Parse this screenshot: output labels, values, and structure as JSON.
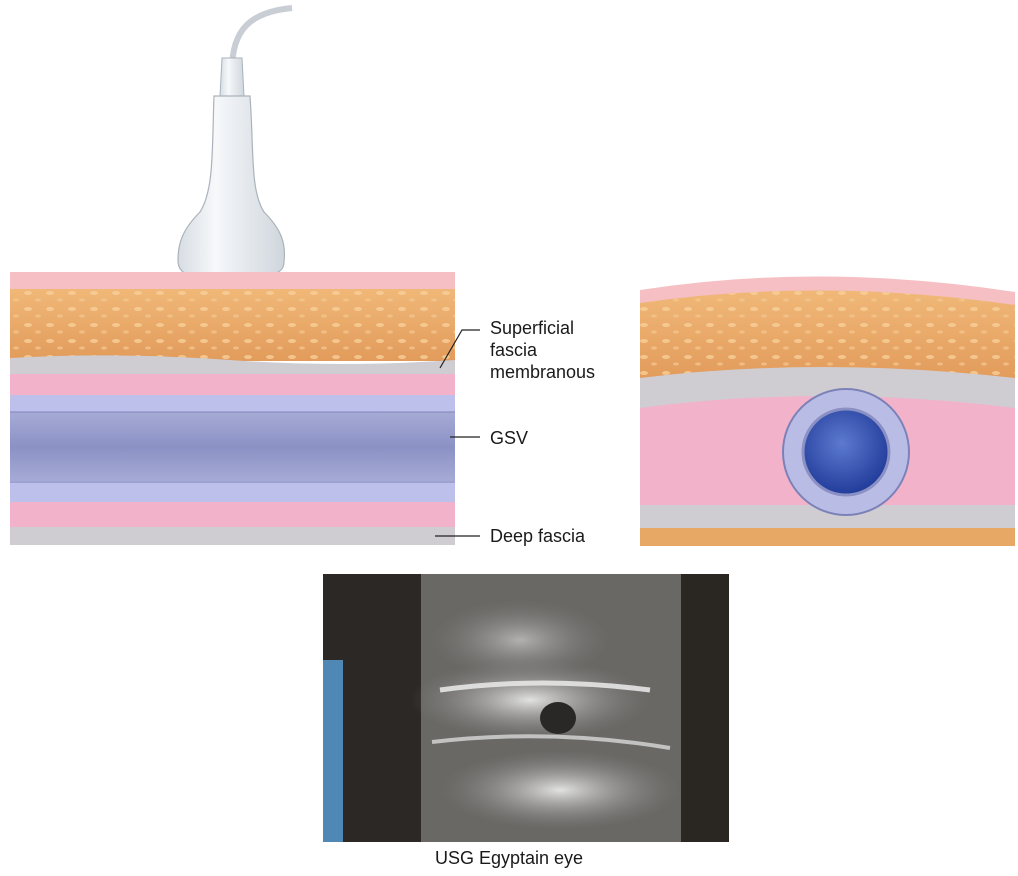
{
  "labels": {
    "superficial_line1": "Superficial",
    "superficial_line2": "fascia",
    "superficial_line3": "membranous",
    "gsv": "GSV",
    "deep_fascia": "Deep fascia"
  },
  "caption": "USG Egyptain eye",
  "colors": {
    "skin": "#f4b6bd",
    "fat": "#e8a865",
    "fascia": "#c9c7cc",
    "muscle_pink": "#f2b4c8",
    "vein_wall": "#b9bde6",
    "vein_lumen": "#8f95c8",
    "vein_dark": "#2f4aa8"
  },
  "icons": [
    "ultrasound-probe-icon"
  ]
}
